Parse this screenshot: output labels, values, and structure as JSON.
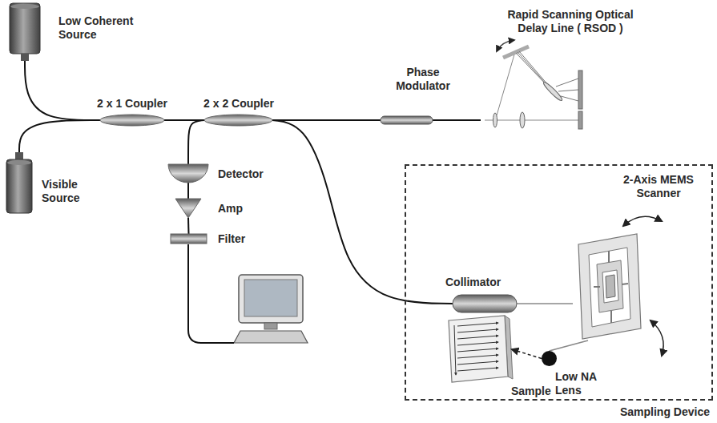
{
  "diagram": {
    "nodes": [
      {
        "text": [
          "Low Coherent Source"
        ]
      },
      {
        "text": [
          "Visible Source"
        ]
      },
      {
        "text": [
          "2 x 1 Coupler"
        ]
      },
      {
        "text": [
          "2 x 2 Coupler"
        ]
      },
      {
        "text": [
          "Detector"
        ]
      },
      {
        "text": [
          "Amp"
        ]
      },
      {
        "text": [
          "Filter"
        ]
      },
      {
        "text": [
          "Phase Modulator"
        ]
      },
      {
        "text": [
          "Rapid Scanning Optical Delay Line ( RSOD )"
        ]
      },
      {
        "text": [
          "Sampling Device"
        ]
      },
      {
        "text": [
          "Collimator"
        ],
        "in": 9
      },
      {
        "text": [
          "2-Axis MEMS Scanner"
        ],
        "in": 9
      },
      {
        "text": [
          "Low NA Lens"
        ],
        "in": 9
      },
      {
        "text": [
          "Sample"
        ],
        "in": 9
      }
    ],
    "edges": [
      {
        "from": 0,
        "to": 2,
        "arrow": "none"
      },
      {
        "from": 1,
        "to": 2,
        "arrow": "none"
      },
      {
        "from": 2,
        "to": 3,
        "arrow": "none"
      },
      {
        "from": 3,
        "to": 4,
        "arrow": "none"
      },
      {
        "from": 4,
        "to": 5,
        "arrow": "none"
      },
      {
        "from": 5,
        "to": 6,
        "arrow": "none"
      },
      {
        "from": 3,
        "to": 7,
        "arrow": "none"
      },
      {
        "from": 7,
        "to": 8,
        "arrow": "none"
      },
      {
        "from": 3,
        "to": 10,
        "arrow": "none"
      },
      {
        "from": 10,
        "to": 11,
        "arrow": "none"
      },
      {
        "from": 11,
        "to": 12,
        "arrow": "none"
      },
      {
        "from": 12,
        "to": 13,
        "arrow": "to"
      }
    ]
  }
}
